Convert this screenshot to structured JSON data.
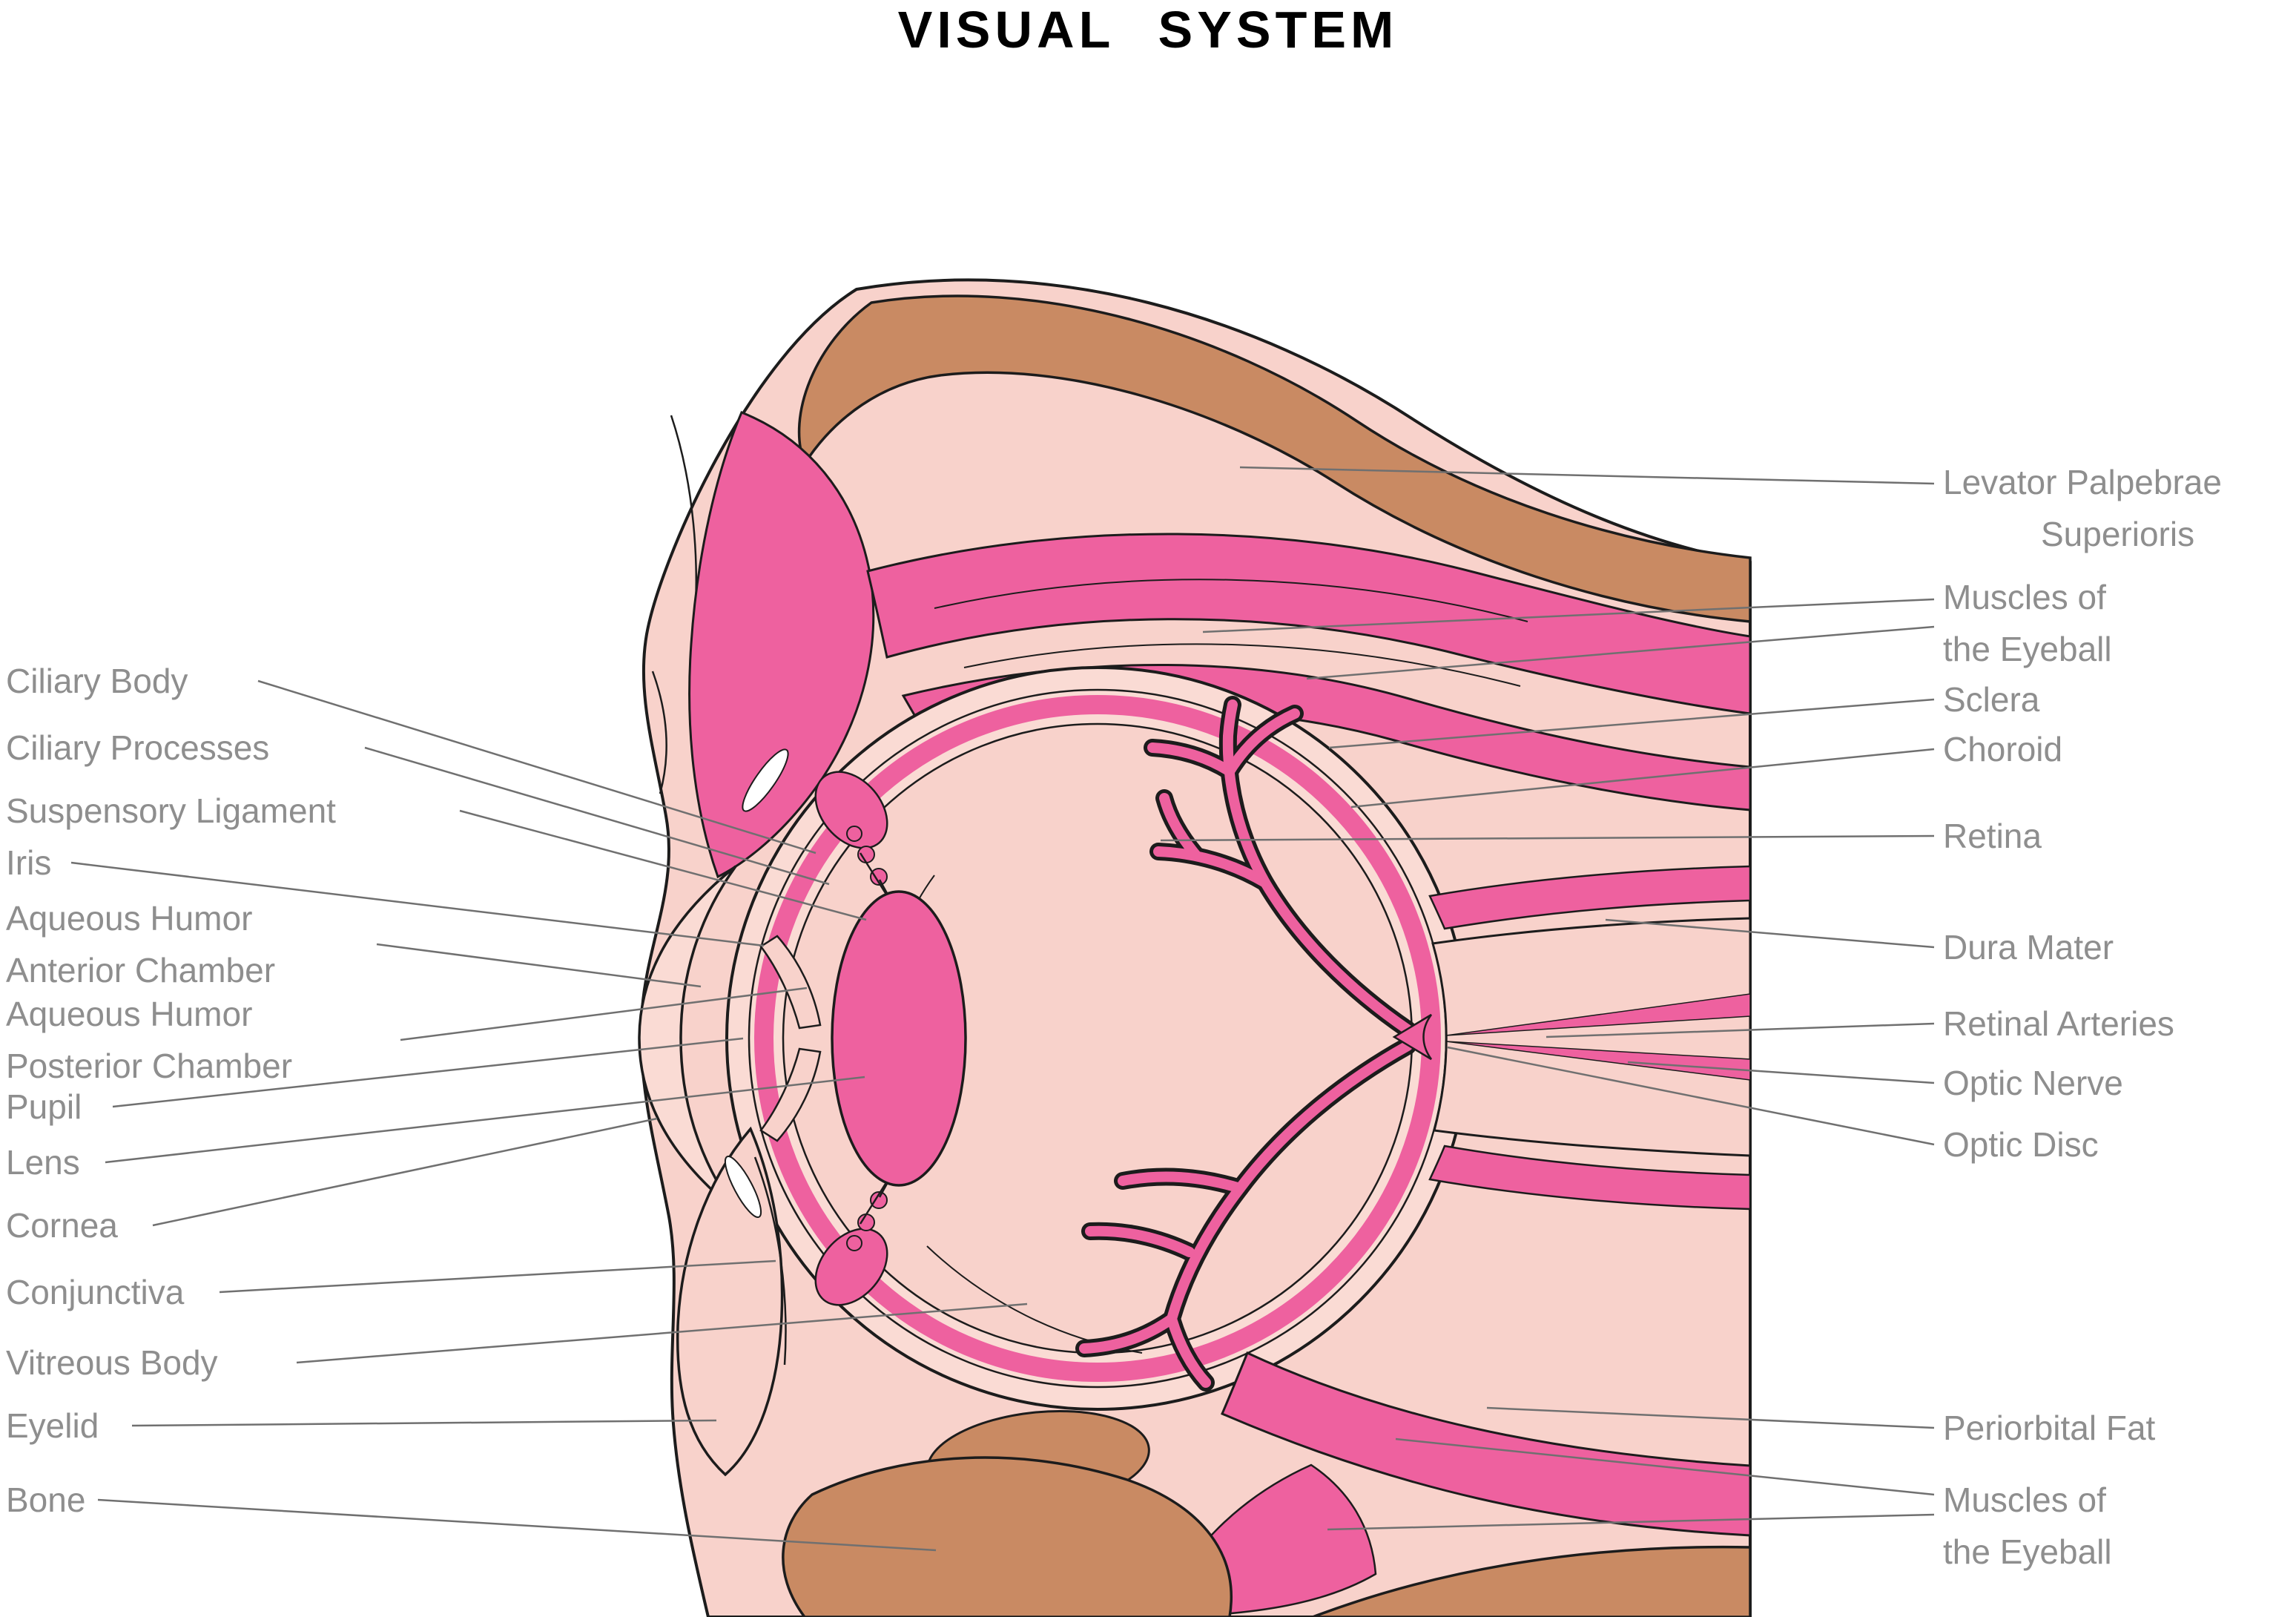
{
  "title": "VISUAL SYSTEM",
  "colors": {
    "background": "#ffffff",
    "flesh": "#f8d2cb",
    "flesh_light": "#fadbd4",
    "muscle": "#ee619f",
    "bone": "#c98a63",
    "outline": "#1c1c1c",
    "label_text": "#8e8e8e",
    "leader_line": "#707070"
  },
  "labels": {
    "left": [
      {
        "line1": "Ciliary Body"
      },
      {
        "line1": "Ciliary Processes"
      },
      {
        "line1": "Suspensory Ligament"
      },
      {
        "line1": "Iris"
      },
      {
        "line1": "Aqueous Humor",
        "line2": "Anterior Chamber"
      },
      {
        "line1": "Aqueous Humor",
        "line2": "Posterior Chamber"
      },
      {
        "line1": "Pupil"
      },
      {
        "line1": "Lens"
      },
      {
        "line1": "Cornea"
      },
      {
        "line1": "Conjunctiva"
      },
      {
        "line1": "Vitreous Body"
      },
      {
        "line1": "Eyelid"
      },
      {
        "line1": "Bone"
      }
    ],
    "right": [
      {
        "line1": "Levator Palpebrae",
        "line2": "Superioris"
      },
      {
        "line1": "Muscles of",
        "line2": "the Eyeball"
      },
      {
        "line1": "Sclera"
      },
      {
        "line1": "Choroid"
      },
      {
        "line1": "Retina"
      },
      {
        "line1": "Dura Mater"
      },
      {
        "line1": "Retinal Arteries"
      },
      {
        "line1": "Optic Nerve"
      },
      {
        "line1": "Optic Disc"
      },
      {
        "line1": "Periorbital Fat"
      },
      {
        "line1": "Muscles of",
        "line2": "the Eyeball"
      }
    ]
  }
}
